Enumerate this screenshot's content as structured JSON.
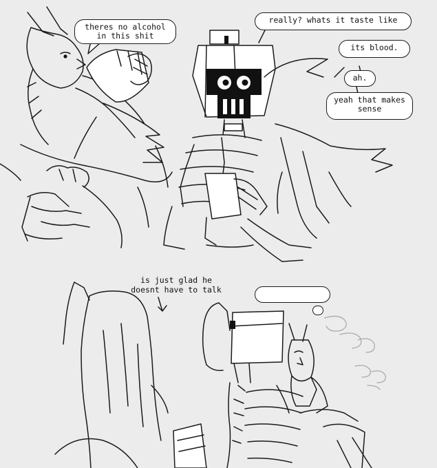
{
  "panel_top": {
    "bubbles": [
      {
        "id": "alcohol",
        "text": "theres no alcohol\nin this shit"
      },
      {
        "id": "taste",
        "text": "really? whats it taste like"
      },
      {
        "id": "blood",
        "text": "its blood."
      },
      {
        "id": "ah",
        "text": "ah."
      },
      {
        "id": "sense",
        "text": "yeah that makes\nsense"
      }
    ]
  },
  "panel_bottom": {
    "caption": "is just glad he\ndoesnt have to talk"
  },
  "colors": {
    "background": "#ececec",
    "ink": "#1a1a1a",
    "bubble_fill": "#ffffff",
    "smoke": "#a9a9a9"
  }
}
